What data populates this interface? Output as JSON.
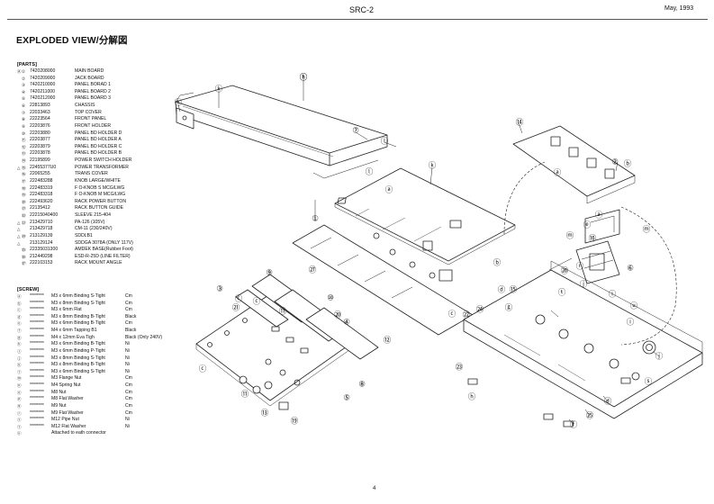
{
  "header": {
    "model": "SRC-2",
    "date": "May, 1993"
  },
  "title": "EXPLODED VIEW/分解図",
  "parts": {
    "heading": "[PARTS]",
    "rows": [
      {
        "mark": "Ⓐ",
        "ref": "①",
        "pn": "7420208000",
        "desc": "MAIN BOARD"
      },
      {
        "mark": "",
        "ref": "②",
        "pn": "7420209000",
        "desc": "JACK BOARD"
      },
      {
        "mark": "",
        "ref": "③",
        "pn": "7420210000",
        "desc": "PANEL BORAD 1"
      },
      {
        "mark": "",
        "ref": "④",
        "pn": "7420211000",
        "desc": "PANEL BOARD 2"
      },
      {
        "mark": "",
        "ref": "⑤",
        "pn": "7420212000",
        "desc": "PANEL BOARD 3"
      },
      {
        "mark": "",
        "ref": "⑥",
        "pn": "22813893",
        "desc": "CHASSIS"
      },
      {
        "mark": "",
        "ref": "⑦",
        "pn": "22033463",
        "desc": "TOP COVER"
      },
      {
        "mark": "",
        "ref": "⑧",
        "pn": "22223564",
        "desc": "FRONT PANEL"
      },
      {
        "mark": "",
        "ref": "⑨",
        "pn": "22203876",
        "desc": "FRONT HOLDER"
      },
      {
        "mark": "",
        "ref": "⑩",
        "pn": "22203880",
        "desc": "PANEL BD HOLDER D"
      },
      {
        "mark": "",
        "ref": "⑪",
        "pn": "22203877",
        "desc": "PANEL BD HOLDER A"
      },
      {
        "mark": "",
        "ref": "⑫",
        "pn": "22203879",
        "desc": "PANEL BD HOLDER C"
      },
      {
        "mark": "",
        "ref": "⑬",
        "pn": "22203878",
        "desc": "PANEL BD HOLDER B"
      },
      {
        "mark": "",
        "ref": "⑭",
        "pn": "22195899",
        "desc": "POWER SWITCH HOLDER"
      },
      {
        "mark": "△",
        "ref": "⑮",
        "pn": "22455377U0",
        "desc": "POWER TRANSFORMER"
      },
      {
        "mark": "",
        "ref": "⑯",
        "pn": "22065255",
        "desc": "TRANS COVER"
      },
      {
        "mark": "",
        "ref": "⑰",
        "pn": "222483288",
        "desc": "KNOB LARGE/WHITE"
      },
      {
        "mark": "",
        "ref": "⑱",
        "pn": "222483319",
        "desc": "F O-KNOB S MCG/LWG"
      },
      {
        "mark": "",
        "ref": "⑲",
        "pn": "222483318",
        "desc": "F O-KNOB M MCG/LWG"
      },
      {
        "mark": "",
        "ref": "⑳",
        "pn": "222493620",
        "desc": "RACK POWER BUTTON"
      },
      {
        "mark": "",
        "ref": "㉑",
        "pn": "22135412",
        "desc": "RACK BUTTON GUIDE"
      },
      {
        "mark": "",
        "ref": "㉒",
        "pn": "22215040400",
        "desc": "SLEEVE 215-404"
      },
      {
        "mark": "△",
        "ref": "㉓",
        "pn": "213429710",
        "desc": "PA-126  (105V)"
      },
      {
        "mark": "△",
        "ref": "",
        "pn": "213429718",
        "desc": "CM-11  (230/240V)"
      },
      {
        "mark": "△",
        "ref": "㉔",
        "pn": "213129139",
        "desc": "SDDLB1"
      },
      {
        "mark": "△",
        "ref": "",
        "pn": "213129124",
        "desc": "SDDGA 3078A  (ONLY 117V)"
      },
      {
        "mark": "",
        "ref": "㉕",
        "pn": "22335031300",
        "desc": "AMDEK BASE(Rubber Foot)"
      },
      {
        "mark": "",
        "ref": "㉖",
        "pn": "212449298",
        "desc": "ESD-R-25D (LINE FILTER)"
      },
      {
        "mark": "",
        "ref": "㉗",
        "pn": "222103153",
        "desc": "RACK MOUNT ANGLE"
      }
    ]
  },
  "screws": {
    "heading": "[SCREW]",
    "rows": [
      {
        "ref": "ⓐ",
        "pn": "********",
        "desc": "M3 x 6mm Binding S-Tight",
        "finish": "Cm"
      },
      {
        "ref": "ⓑ",
        "pn": "********",
        "desc": "M3 x 8mm Binding S-Tight",
        "finish": "Cm"
      },
      {
        "ref": "ⓒ",
        "pn": "********",
        "desc": "M3 x 6mm Flat",
        "finish": "Cm"
      },
      {
        "ref": "ⓓ",
        "pn": "********",
        "desc": "M3 x 8mm Binding B-Tight",
        "finish": "Black"
      },
      {
        "ref": "ⓔ",
        "pn": "********",
        "desc": "M3 x 6mm Binding B-Tight",
        "finish": "Cm"
      },
      {
        "ref": "ⓕ",
        "pn": "********",
        "desc": "M4 x 6mm Tapping B1",
        "finish": "Black"
      },
      {
        "ref": "ⓖ",
        "pn": "********",
        "desc": "M4 x 12mm Eva Tigh",
        "finish": "Black (Only 240V)"
      },
      {
        "ref": "ⓗ",
        "pn": "********",
        "desc": "M3 x 6mm Binding B-Tight",
        "finish": "Ni"
      },
      {
        "ref": "ⓘ",
        "pn": "********",
        "desc": "M3 x 6mm Binding P-Tight",
        "finish": "Ni"
      },
      {
        "ref": "ⓙ",
        "pn": "********",
        "desc": "M3 x 8mm Binding S-Tight",
        "finish": "Ni"
      },
      {
        "ref": "ⓚ",
        "pn": "********",
        "desc": "M3 x 8mm Binding B-Tight",
        "finish": "Ni"
      },
      {
        "ref": "ⓛ",
        "pn": "********",
        "desc": "M3 x 6mm Binding S-Tight",
        "finish": "Ni"
      },
      {
        "ref": "ⓜ",
        "pn": "********",
        "desc": "M3 Flange Nut",
        "finish": "Cm"
      },
      {
        "ref": "ⓝ",
        "pn": "********",
        "desc": "M4 Spring Nut",
        "finish": "Cm"
      },
      {
        "ref": "ⓞ",
        "pn": "********",
        "desc": "M8 Nut",
        "finish": "Cm"
      },
      {
        "ref": "ⓟ",
        "pn": "********",
        "desc": "M8 Flat Washer",
        "finish": "Cm"
      },
      {
        "ref": "ⓠ",
        "pn": "********",
        "desc": "M9 Nut",
        "finish": "Cm"
      },
      {
        "ref": "ⓡ",
        "pn": "********",
        "desc": "M9 Flat Washer",
        "finish": "Cm"
      },
      {
        "ref": "ⓢ",
        "pn": "********",
        "desc": "M12 Pipe Nut",
        "finish": "Ni"
      },
      {
        "ref": "ⓣ",
        "pn": "********",
        "desc": "M12 Flat Washer",
        "finish": "Ni"
      },
      {
        "ref": "ⓤ",
        "pn": "",
        "desc": "Attached to eath connector",
        "finish": ""
      }
    ]
  },
  "callouts": [
    "ⓛ",
    "ⓚ",
    "ⓚ",
    "⑦",
    "ⓛ",
    "ⓛ",
    "ⓐ",
    "ⓚ",
    "①",
    "㉗",
    "⑨",
    "③",
    "ⓒ",
    "ⓒ",
    "ⓒ",
    "⑪",
    "⑩",
    "④",
    "⑫",
    "⑤",
    "⑧",
    "㉑",
    "⑪",
    "⑬",
    "⑲",
    "⑳",
    "ⓒ",
    "ⓓ",
    "㉒",
    "ⓑ",
    "㉔",
    "⑭",
    "ⓐ",
    "②",
    "ⓑ",
    "ⓐ",
    "⑯",
    "ⓜ",
    "ⓜ",
    "⑮",
    "㉖",
    "ⓡ",
    "ⓙ",
    "ⓘ",
    "ⓤ",
    "ⓢ",
    "ⓣ",
    "⑥",
    "ⓘ",
    "ⓙ",
    "㉓",
    "ⓗ",
    "ⓓ",
    "㉕",
    "ⓕ",
    "ⓖ",
    "ⓔ",
    "ⓗ"
  ],
  "page_number": "4",
  "colors": {
    "ink": "#111111",
    "background": "#ffffff"
  }
}
